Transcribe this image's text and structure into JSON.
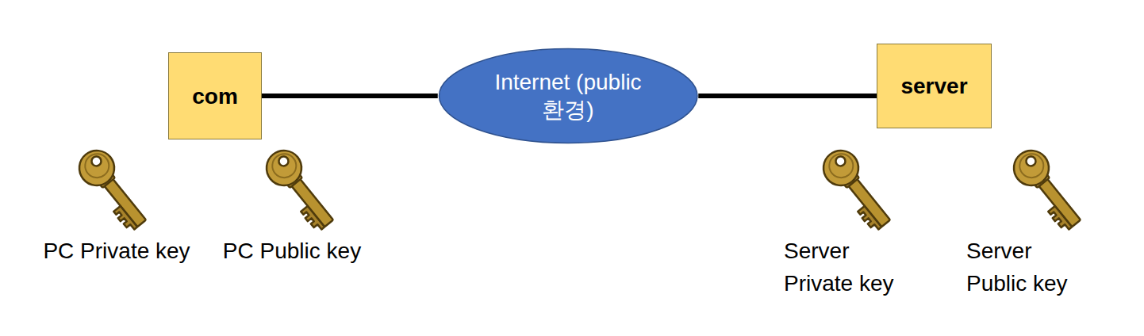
{
  "diagram": {
    "nodes": [
      {
        "text": [
          "com"
        ]
      },
      {
        "text": [
          "Internet (public환경)"
        ]
      },
      {
        "text": [
          "server"
        ]
      }
    ],
    "edges": [
      {
        "from": 0,
        "to": 1,
        "arrow": "none"
      },
      {
        "from": 1,
        "to": 2,
        "arrow": "none"
      }
    ],
    "labels": [
      "PC Private key",
      "PC Public key",
      "Server Private key",
      "Server Public key"
    ]
  }
}
